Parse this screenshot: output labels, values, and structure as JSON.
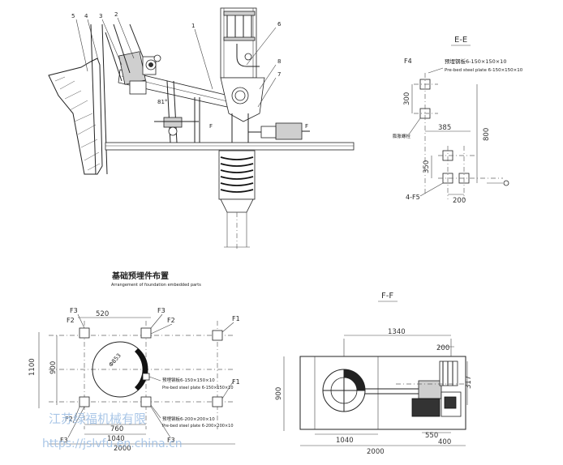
{
  "main_view": {
    "callouts": [
      "1",
      "2",
      "3",
      "4",
      "5",
      "6",
      "7",
      "8"
    ],
    "angle": "81°",
    "marks": [
      "F",
      "F"
    ]
  },
  "section_ee": {
    "title": "E-E",
    "label_f4": "F4",
    "label_f5": "4-F5",
    "note_cn": "预埋钢板6-150×150×10",
    "note_en": "Pre-bed steel plate 6-150×150×10",
    "note_anchor_cn": "膨胀螺栓",
    "dim_300": "300",
    "dim_385": "385",
    "dim_800": "800",
    "dim_350": "350",
    "dim_200": "200"
  },
  "foundation": {
    "title_cn": "基础预埋件布置",
    "title_en": "Arrangement of foundation embedded parts",
    "labels": [
      "F3",
      "F2",
      "F3",
      "F2",
      "F1",
      "F1",
      "F2",
      "F3",
      "F3"
    ],
    "dim_520": "520",
    "dim_1100": "1100",
    "dim_900": "900",
    "dim_760": "760",
    "dim_1040": "1040",
    "dim_2000": "2000",
    "dim_phi": "Φ853",
    "note1_cn": "预埋钢板6-150×150×10",
    "note1_en": "Pre-bed steel plate 6-150×150×10",
    "note2_cn": "预埋钢板6-200×200×10",
    "note2_en": "Pre-bed steel plate 6-200×200×10"
  },
  "section_ff": {
    "title": "F-F",
    "dim_1340": "1340",
    "dim_200": "200",
    "dim_900": "900",
    "dim_317": "317",
    "dim_1040": "1040",
    "dim_2000": "2000",
    "dim_550": "550",
    "dim_400": "400"
  },
  "watermark": {
    "line1": "江苏绿福机械有限",
    "line2": "https://jslvfu.en.china.cn"
  }
}
